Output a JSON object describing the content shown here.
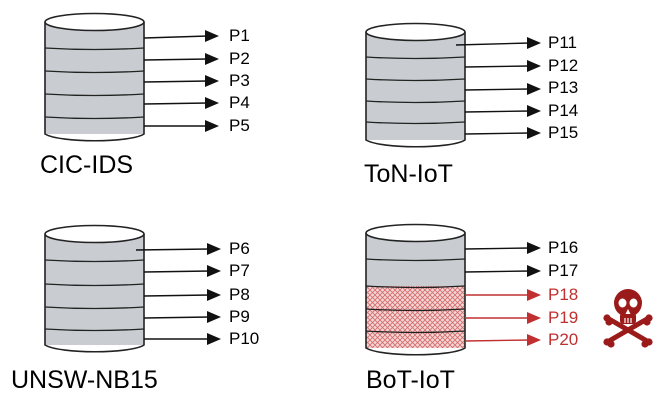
{
  "datasets": [
    {
      "name": "CIC-IDS",
      "partitions": [
        "P1",
        "P2",
        "P3",
        "P4",
        "P5"
      ],
      "poisoned": []
    },
    {
      "name": "ToN-IoT",
      "partitions": [
        "P11",
        "P12",
        "P13",
        "P14",
        "P15"
      ],
      "poisoned": []
    },
    {
      "name": "UNSW-NB15",
      "partitions": [
        "P6",
        "P7",
        "P8",
        "P9",
        "P10"
      ],
      "poisoned": []
    },
    {
      "name": "BoT-IoT",
      "partitions": [
        "P16",
        "P17",
        "P18",
        "P19",
        "P20"
      ],
      "poisoned": [
        "P18",
        "P19",
        "P20"
      ]
    }
  ],
  "icons": {
    "poison": "skull-crossbones-icon"
  },
  "colors": {
    "cylinder_fill": "#c9cdd1",
    "poison": "#c03030",
    "stroke": "#222222"
  }
}
